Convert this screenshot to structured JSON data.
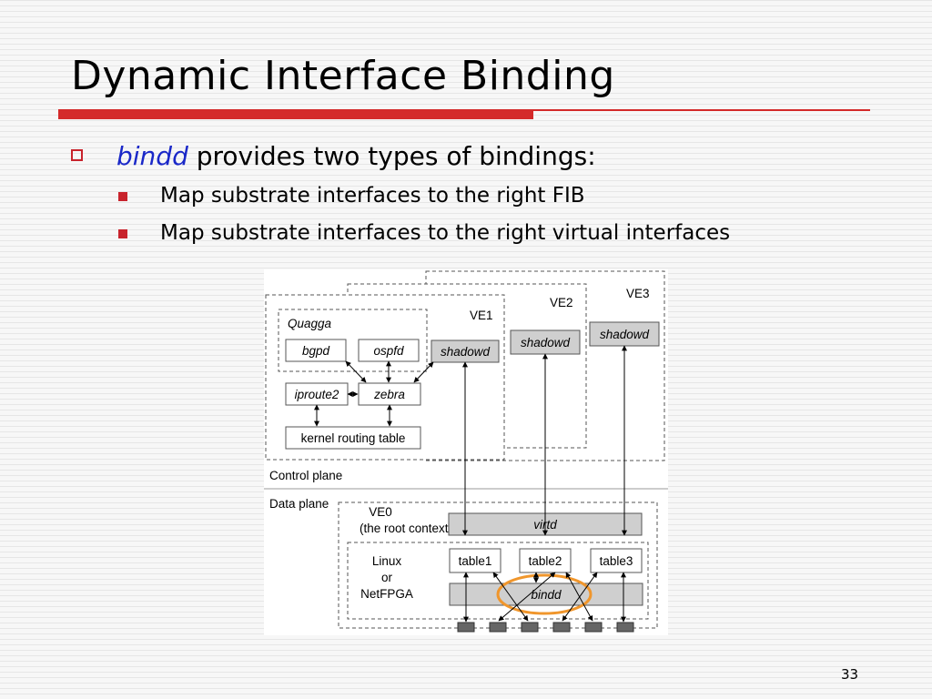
{
  "slide": {
    "title": "Dynamic Interface Binding",
    "bullet_main_emph": "bindd",
    "bullet_main_rest": " provides two types of bindings:",
    "sub_bullets": [
      "Map substrate interfaces to the right FIB",
      "Map substrate interfaces to the right virtual interfaces"
    ],
    "page_number": "33"
  },
  "diagram": {
    "ve1": "VE1",
    "ve2": "VE2",
    "ve3": "VE3",
    "quagga": "Quagga",
    "bgpd": "bgpd",
    "ospfd": "ospfd",
    "shadowd": "shadowd",
    "iproute2": "iproute2",
    "zebra": "zebra",
    "kernel_table": "kernel routing table",
    "control_plane": "Control plane",
    "data_plane": "Data plane",
    "ve0": "VE0",
    "root_context": "(the root context)",
    "virtd": "virtd",
    "linux": "Linux",
    "or": "or",
    "netfpga": "NetFPGA",
    "table1": "table1",
    "table2": "table2",
    "table3": "table3",
    "bindd": "bindd",
    "highlight_color": "#f0962c"
  }
}
